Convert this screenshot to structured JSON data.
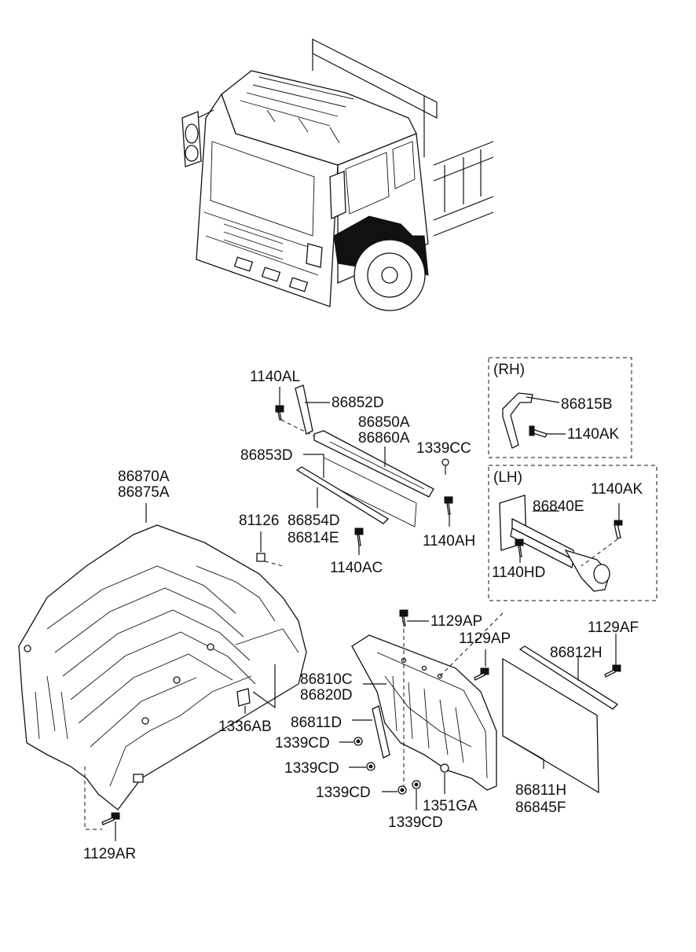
{
  "diagram": {
    "groups": {
      "rh": "(RH)",
      "lh": "(LH)"
    },
    "labels": {
      "p1140AL": "1140AL",
      "p86852D": "86852D",
      "p86850A": "86850A",
      "p86860A": "86860A",
      "p1339CC": "1339CC",
      "p86853D": "86853D",
      "p1140AH": "1140AH",
      "p86854D": "86854D",
      "p86814E": "86814E",
      "p81126": "81126",
      "p1140AC": "1140AC",
      "p86870A": "86870A",
      "p86875A": "86875A",
      "p86815B": "86815B",
      "p1140AK_rh": "1140AK",
      "p1140AK_lh": "1140AK",
      "p86840E": "86840E",
      "p1140HD": "1140HD",
      "p1129AP_a": "1129AP",
      "p1129AP_b": "1129AP",
      "p1129AF": "1129AF",
      "p86812H": "86812H",
      "p86810C": "86810C",
      "p86820D": "86820D",
      "p86811D": "86811D",
      "p1339CD_a": "1339CD",
      "p1339CD_b": "1339CD",
      "p1339CD_c": "1339CD",
      "p1339CD_d": "1339CD",
      "p1351GA": "1351GA",
      "p1336AB": "1336AB",
      "p86811H": "86811H",
      "p86845F": "86845F",
      "p1129AR": "1129AR"
    }
  }
}
